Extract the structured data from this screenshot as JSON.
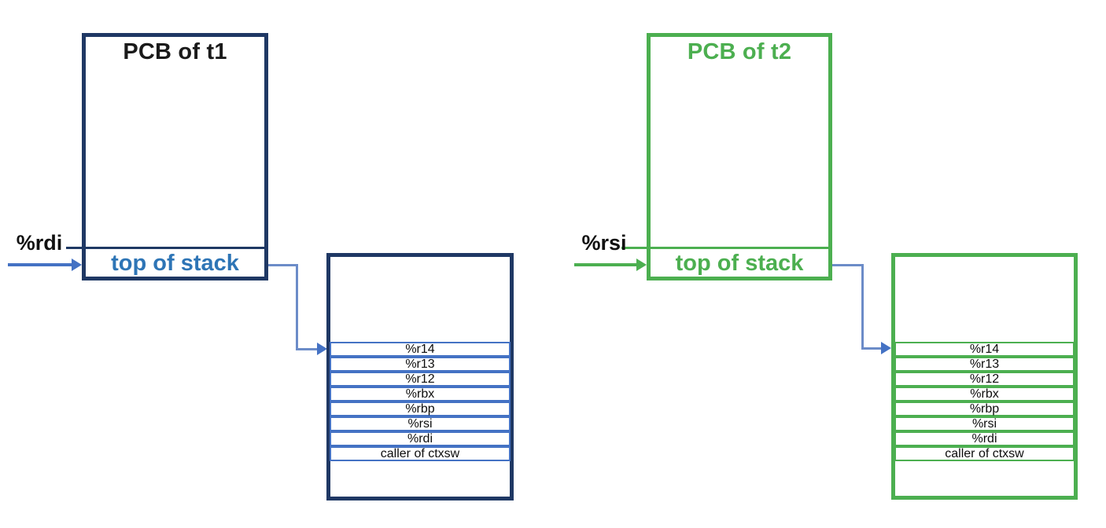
{
  "colors": {
    "navy": "#1F3864",
    "row_blue": "#4472C4",
    "accent_blue": "#2E75B6",
    "conn_blue": "#6C8CC8",
    "green": "#4CAF50"
  },
  "diagrams": [
    {
      "id": "t1",
      "pcb_title": "PCB of t1",
      "pointer_register": "%rdi",
      "top_of_stack_label": "top of stack",
      "stack_rows": [
        "%r14",
        "%r13",
        "%r12",
        "%rbx",
        "%rbp",
        "%rsi",
        "%rdi",
        "caller of ctxsw"
      ]
    },
    {
      "id": "t2",
      "pcb_title": "PCB of t2",
      "pointer_register": "%rsi",
      "top_of_stack_label": "top of stack",
      "stack_rows": [
        "%r14",
        "%r13",
        "%r12",
        "%rbx",
        "%rbp",
        "%rsi",
        "%rdi",
        "caller of ctxsw"
      ]
    }
  ]
}
